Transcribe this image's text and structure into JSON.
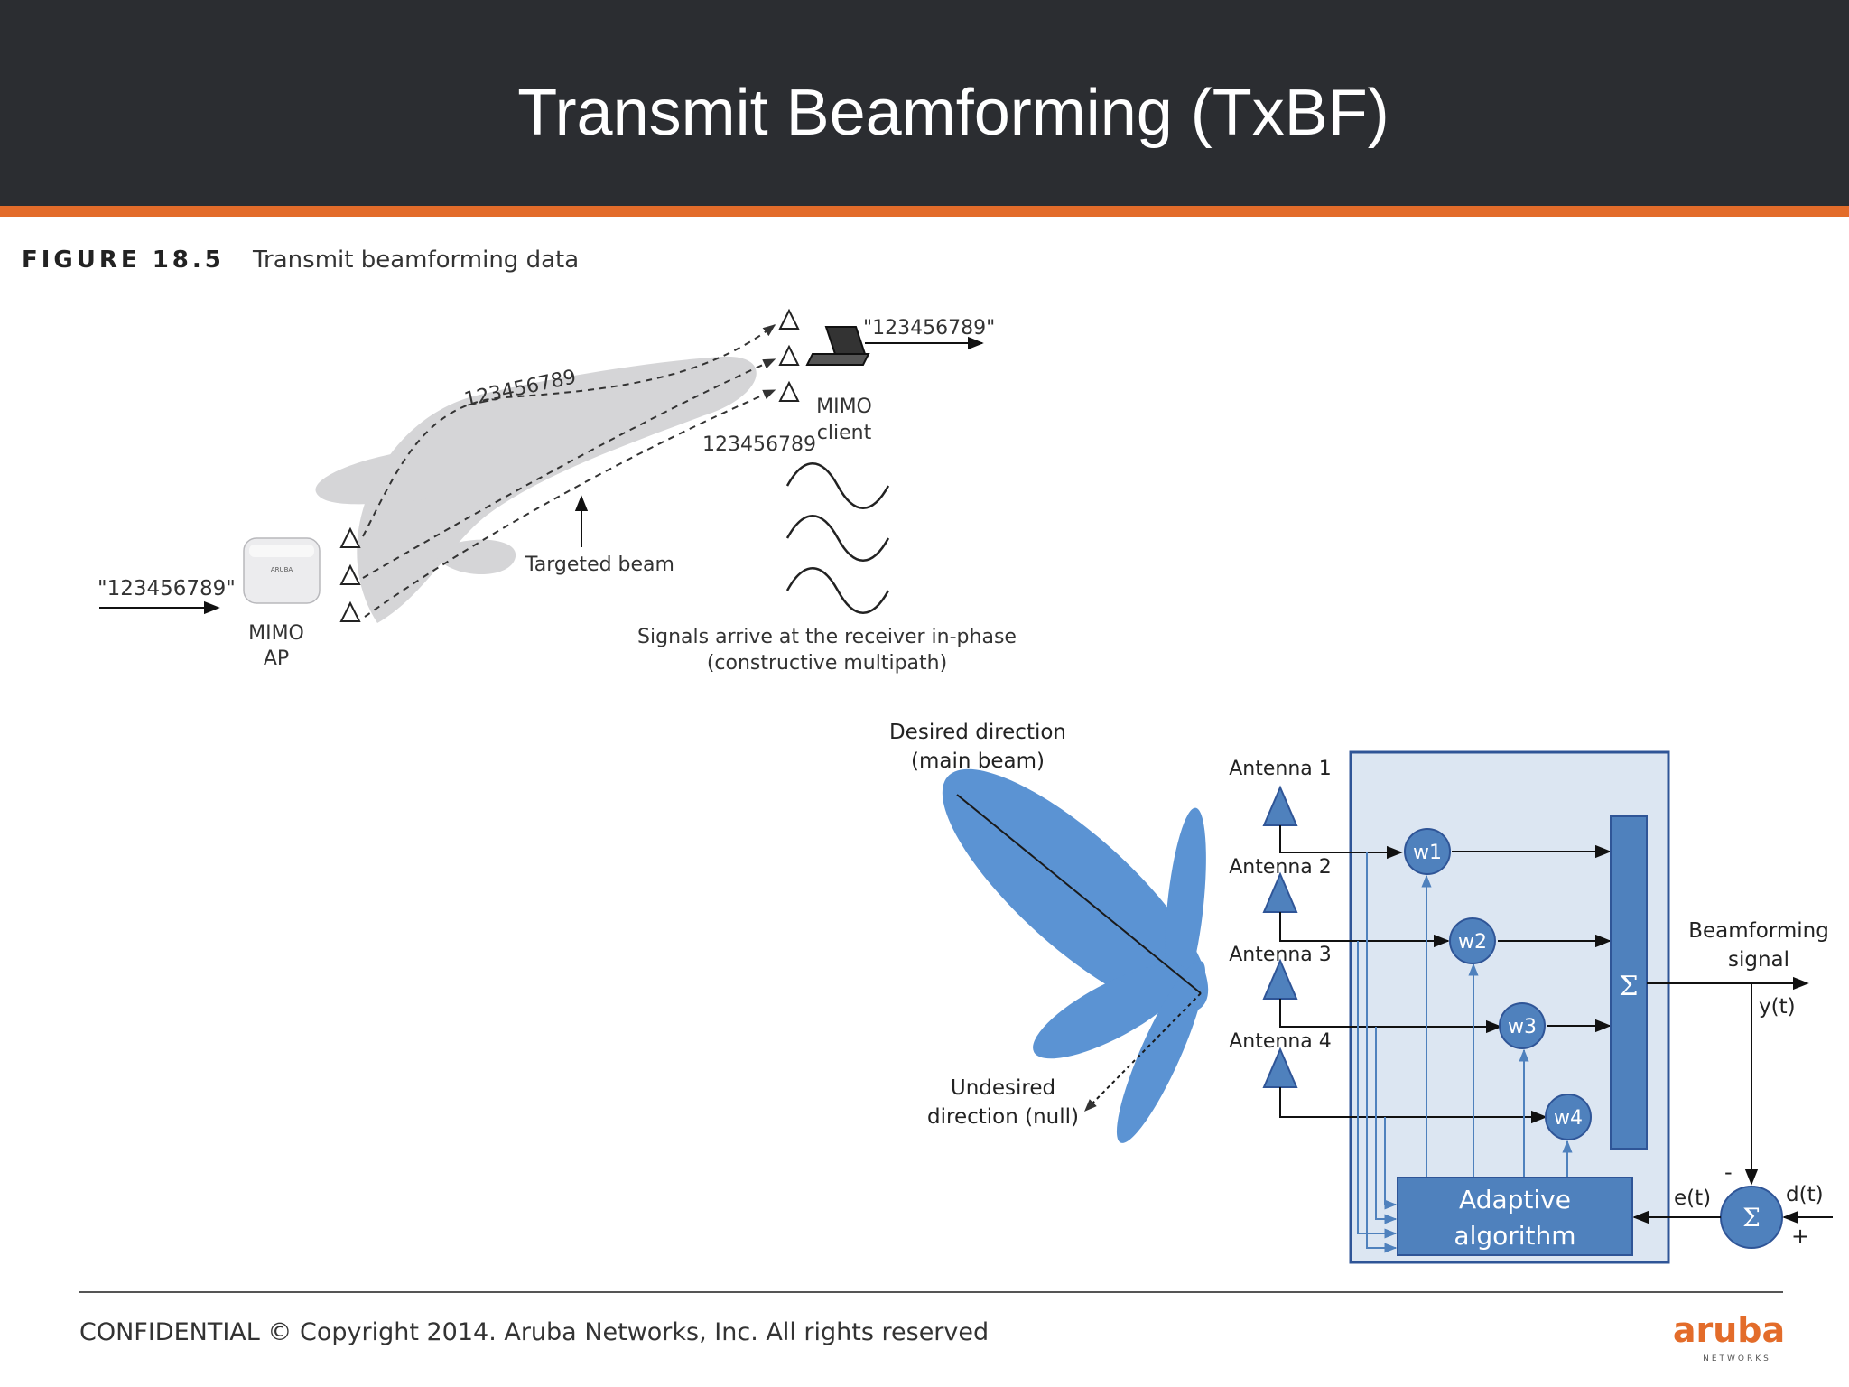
{
  "slide": {
    "title": "Transmit Beamforming (TxBF)",
    "footer": "CONFIDENTIAL © Copyright 2014. Aruba Networks, Inc. All rights reserved",
    "logo": {
      "wordmark": "aruba",
      "tagline": "NETWORKS",
      "color": "#e36c2a"
    }
  },
  "figure_top": {
    "label": "FIGURE 18.5",
    "caption": "Transmit beamforming data",
    "input_data": "\"123456789\"",
    "ap_label_1": "MIMO",
    "ap_label_2": "AP",
    "ap_device_text": "ARUBA",
    "path_label_upper": "123456789",
    "path_label_lower": "123456789",
    "output_data": "\"123456789\"",
    "client_label_1": "MIMO",
    "client_label_2": "client",
    "beam_label": "Targeted beam",
    "signals_caption_1": "Signals arrive at the receiver in-phase",
    "signals_caption_2": "(constructive multipath)"
  },
  "figure_bottom": {
    "desired_1": "Desired direction",
    "desired_2": "(main beam)",
    "undesired_1": "Undesired",
    "undesired_2": "direction (null)",
    "antennas": [
      "Antenna 1",
      "Antenna 2",
      "Antenna 3",
      "Antenna 4"
    ],
    "weights": [
      "w1",
      "w2",
      "w3",
      "w4"
    ],
    "sum_symbol": "Σ",
    "adaptive_1": "Adaptive",
    "adaptive_2": "algorithm",
    "output_1": "Beamforming",
    "output_2": "signal",
    "y_label": "y(t)",
    "e_label": "e(t)",
    "d_label": "d(t)",
    "minus": "-",
    "plus": "+",
    "colors": {
      "lobe": "#5b93d3",
      "node": "#4f81bd",
      "panel": "#dce6f2",
      "panel_border": "#2f5597"
    }
  }
}
